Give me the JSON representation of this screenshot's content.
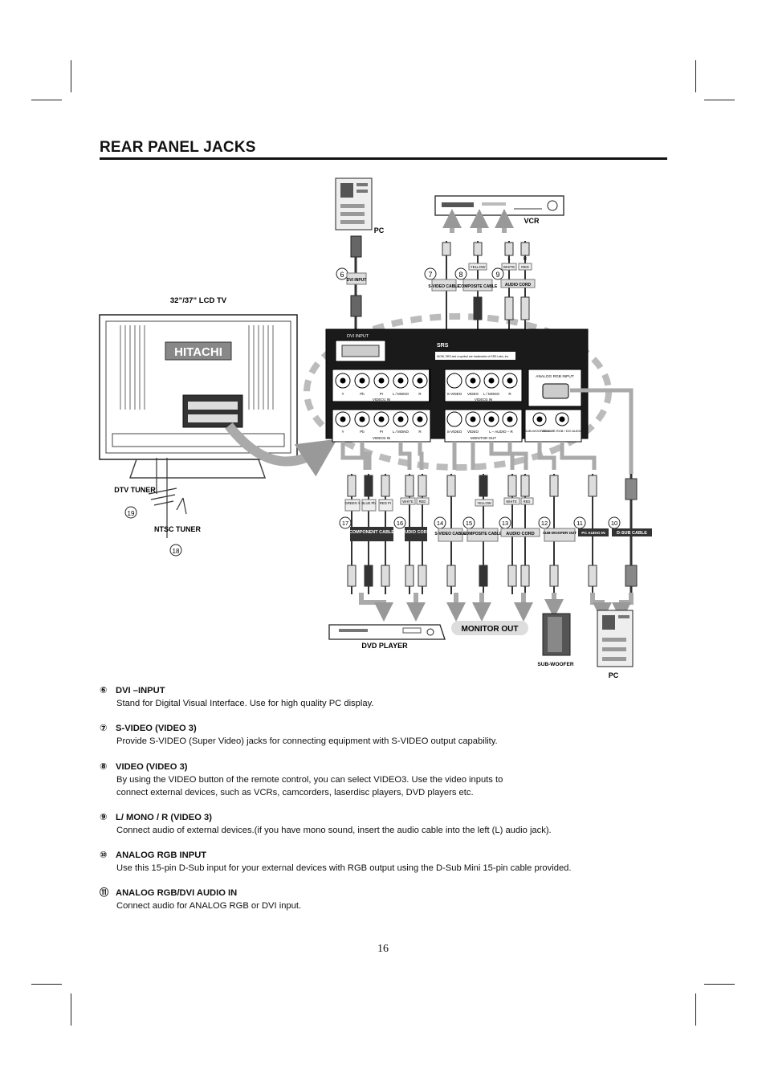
{
  "page": {
    "title": "REAR PANEL JACKS",
    "page_number": "16"
  },
  "diagram": {
    "tv_label": "32”/37” LCD TV",
    "tv_brand": "HITACHI",
    "pc_top_label": "PC",
    "vcr_label": "VCR",
    "pc_bottom_label": "PC",
    "dvd_label": "DVD PLAYER",
    "monitor_out_label": "MONITOR OUT",
    "subwoofer_label": "SUB-WOOFER",
    "dtv_tuner": "DTV TUNER",
    "ntsc_tuner": "NTSC TUNER",
    "num_6": "6",
    "num_7": "7",
    "num_8": "8",
    "num_9": "9",
    "num_10": "10",
    "num_11": "11",
    "num_12": "12",
    "num_13": "13",
    "num_14": "14",
    "num_15": "15",
    "num_16": "16",
    "num_17": "17",
    "num_18": "18",
    "num_19": "19",
    "dvi_input_tag": "DVI INPUT",
    "svideo_cable_top": "S-VIDEO CABLE",
    "composite_cable_top": "COMPOSITE CABLE",
    "audio_cord_top": "AUDIO CORD",
    "yellow_top": "YELLOW",
    "white_top": "WHITE",
    "red_top": "RED",
    "l_top": "L",
    "r_top": "R",
    "component_cable": "COMPONENT CABLE",
    "audio_cord_16": "AUDIO CORD",
    "svideo_cable_14": "S-VIDEO CABLE",
    "composite_cable_15": "COMPOSITE CABLE",
    "audio_cord_13": "AUDIO CORD",
    "subwoofer_out_tag": "SUB-WOOFER OUT",
    "pc_audio_in": "PC AUDIO IN",
    "dsub_cable": "D-SUB CABLE",
    "green_y": "GREEN Y",
    "blue_pb": "BLUE Pb",
    "red_pr": "RED Pr",
    "white_16": "WHITE",
    "red_16": "RED",
    "yellow_15": "YELLOW",
    "white_13": "WHITE",
    "red_13": "RED",
    "panel_dvi_input": "DVI INPUT",
    "panel_srs": "SRS",
    "panel_srs_note": "WOW, SRS and ● symbol are trademarks of SRS Labs, Inc.",
    "panel_video1_in": "VIDEO1 IN",
    "panel_video3_in": "VIDEO3 IN",
    "panel_video2_in": "VIDEO2 IN",
    "panel_monitor_out": "MONITOR OUT",
    "panel_analog_rgb_input": "ANALOG RGB INPUT",
    "panel_y": "Y",
    "panel_pb": "Pb",
    "panel_pr": "Pr",
    "panel_l_mono": "L / MONO",
    "panel_r": "R",
    "panel_svideo": "S-VIDEO",
    "panel_video": "VIDEO",
    "panel_l_audio_r": "L – AUDIO – R",
    "panel_subwoofer_out": "SUB-WOOFER OUT",
    "panel_analog_rgb_dvi_audio": "ANALOG RGB / DVI AUDIO"
  },
  "sections": [
    {
      "num": "⑥",
      "heading": "DVI –INPUT",
      "lines": [
        "Stand for Digital Visual Interface. Use for high quality PC display."
      ]
    },
    {
      "num": "⑦",
      "heading": "S-VIDEO (VIDEO 3)",
      "lines": [
        "Provide S-VIDEO (Super Video) jacks for connecting equipment with S-VIDEO output capability."
      ]
    },
    {
      "num": "⑧",
      "heading": "VIDEO (VIDEO 3)",
      "lines": [
        "By using the VIDEO button of the remote control, you can select VIDEO3. Use the video inputs to",
        "connect external devices, such as VCRs, camcorders, laserdisc players, DVD players etc."
      ]
    },
    {
      "num": "⑨",
      "heading": "L/ MONO / R (VIDEO 3)",
      "lines": [
        "Connect audio of external devices.(if you have mono sound, insert the audio cable into the left (L) audio jack)."
      ]
    },
    {
      "num": "⑩",
      "heading": "ANALOG RGB INPUT",
      "lines": [
        "Use this 15-pin D-Sub input for your external devices with RGB output using the D-Sub Mini 15-pin cable provided."
      ]
    },
    {
      "num": "⑪",
      "heading": "ANALOG RGB/DVI AUDIO IN",
      "lines": [
        "Connect audio for ANALOG RGB or DVI input."
      ]
    }
  ]
}
